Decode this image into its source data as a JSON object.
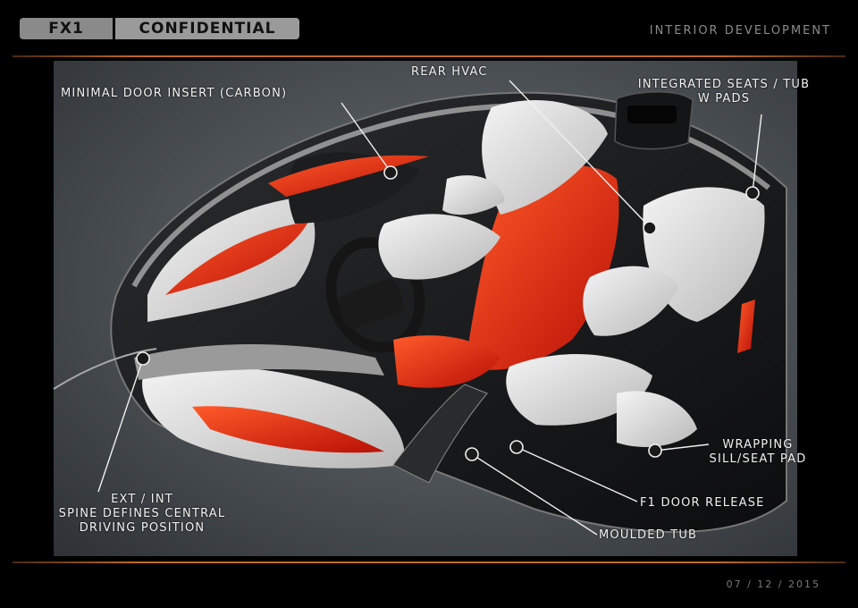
{
  "header": {
    "model": "FX1",
    "badge": "CONFIDENTIAL",
    "section": "INTERIOR DEVELOPMENT"
  },
  "footer": {
    "date": "07 / 12 / 2015"
  },
  "callouts": {
    "door_insert": "MINIMAL DOOR INSERT (CARBON)",
    "rear_hvac": "REAR HVAC",
    "seats_line1": "INTEGRATED SEATS / TUB",
    "seats_line2": "W PADS",
    "spine_line1": "EXT / INT",
    "spine_line2": "SPINE DEFINES CENTRAL",
    "spine_line3": "DRIVING POSITION",
    "sill_line1": "WRAPPING",
    "sill_line2": "SILL/SEAT PAD",
    "door_release": "F1 DOOR RELEASE",
    "tub": "MOULDED TUB"
  },
  "colors": {
    "accent_red": "#d8200a",
    "panel_white": "#e4e4e4",
    "orange_rule": "#c06a20"
  }
}
